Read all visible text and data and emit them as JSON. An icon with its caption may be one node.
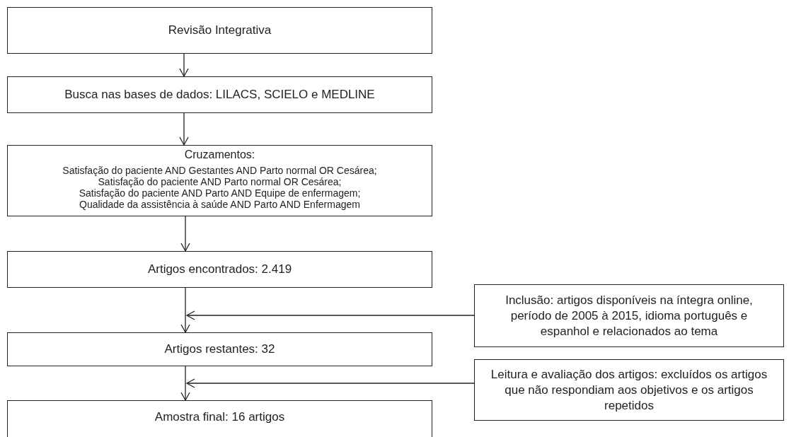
{
  "diagram": {
    "nodes": [
      {
        "text": [
          "Revisão Integrativa"
        ]
      },
      {
        "text": [
          "Busca nas bases de dados: LILACS, SCIELO e MEDLINE"
        ]
      },
      {
        "text": [
          "Cruzamentos:",
          "Satisfação do paciente AND Gestantes AND Parto normal OR Cesárea;",
          "Satisfação do paciente AND Parto normal OR Cesárea;",
          "Satisfação do paciente AND Parto AND Equipe de enfermagem;",
          "Qualidade da assistência à saúde AND Parto AND Enfermagem"
        ]
      },
      {
        "text": [
          "Artigos encontrados: 2.419"
        ]
      },
      {
        "text": [
          "Artigos restantes: 32"
        ]
      },
      {
        "text": [
          "Amostra final: 16 artigos"
        ]
      },
      {
        "text": [
          "Inclusão: artigos disponíveis na íntegra online, período de 2005 à 2015, idioma português e espanhol e relacionados ao tema"
        ]
      },
      {
        "text": [
          "Leitura e avaliação dos artigos: excluídos os artigos que não respondiam aos objetivos e os artigos repetidos"
        ]
      }
    ],
    "edges": [
      {
        "from": 0,
        "to": 1,
        "arrow": "to"
      },
      {
        "from": 1,
        "to": 2,
        "arrow": "to"
      },
      {
        "from": 2,
        "to": 3,
        "arrow": "to"
      },
      {
        "from": 3,
        "to": 4,
        "arrow": "to"
      },
      {
        "from": 4,
        "to": 5,
        "arrow": "to"
      },
      {
        "from": 6,
        "to": 4,
        "arrow": "to"
      },
      {
        "from": 7,
        "to": 5,
        "arrow": "to"
      }
    ]
  }
}
